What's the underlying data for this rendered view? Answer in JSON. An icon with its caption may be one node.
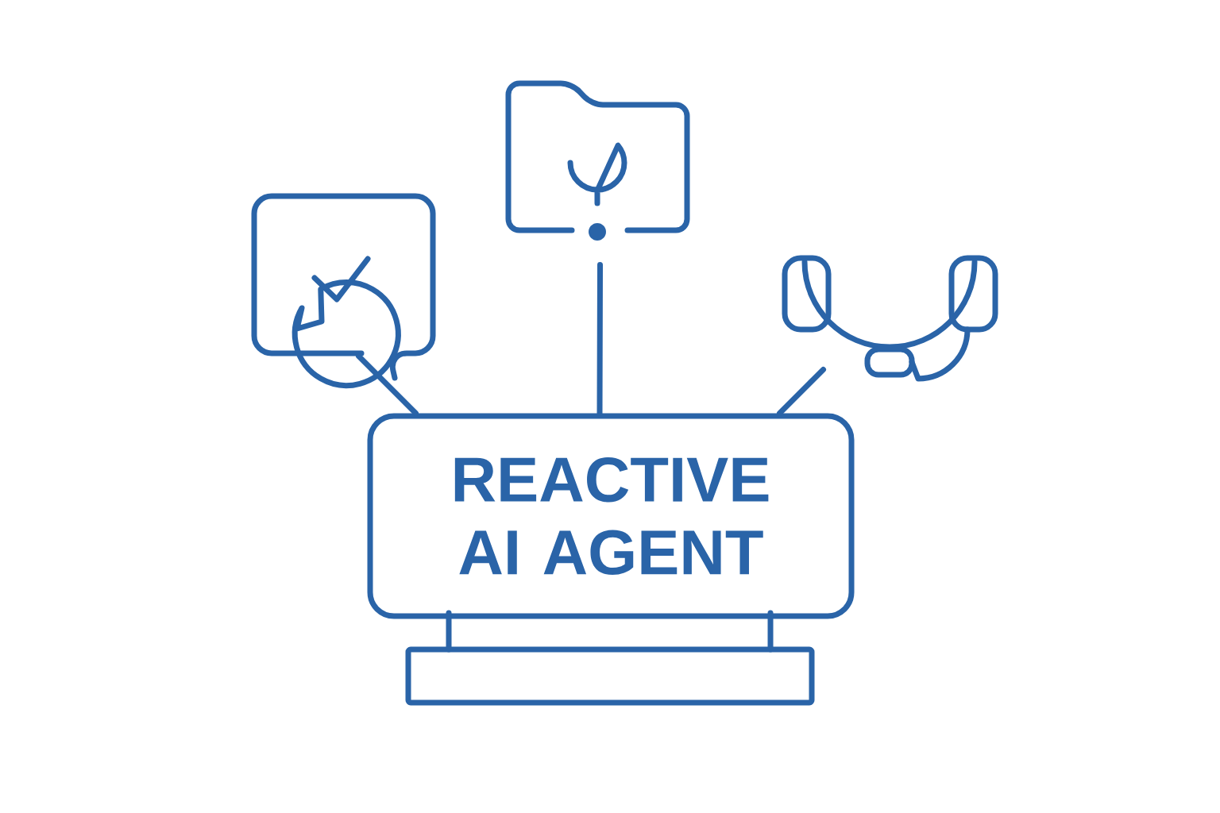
{
  "diagram": {
    "nodes": [
      {
        "text": [
          "REACTIVE AI AGENT"
        ]
      },
      {
        "text": [],
        "shape": "picture"
      },
      {
        "text": [],
        "shape": "picture"
      },
      {
        "text": [],
        "shape": "picture"
      }
    ],
    "edges": [
      {
        "from": 1,
        "to": 0,
        "arrow": "none"
      },
      {
        "from": 2,
        "to": 0,
        "arrow": "none"
      },
      {
        "from": 3,
        "to": 0,
        "arrow": "none"
      }
    ]
  }
}
